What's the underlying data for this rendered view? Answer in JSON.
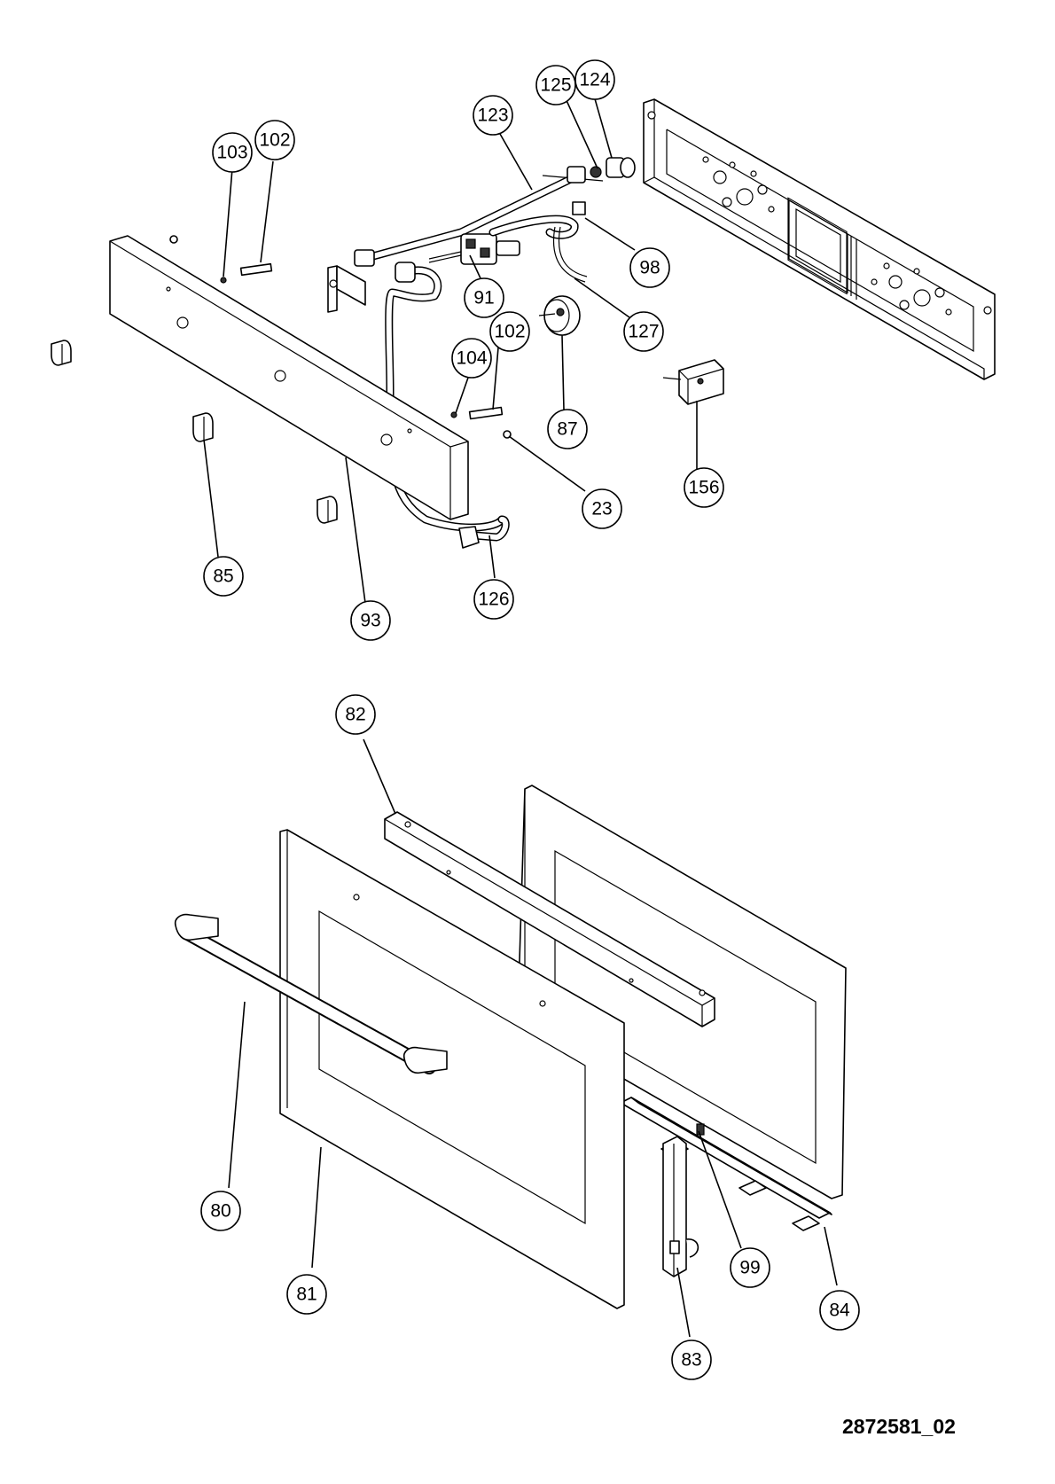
{
  "drawing_code": "2872581_02",
  "callouts": [
    {
      "label": "124"
    },
    {
      "label": "125"
    },
    {
      "label": "123"
    },
    {
      "label": "103"
    },
    {
      "label": "102"
    },
    {
      "label": "98"
    },
    {
      "label": "91"
    },
    {
      "label": "127"
    },
    {
      "label": "104"
    },
    {
      "label": "102"
    },
    {
      "label": "87"
    },
    {
      "label": "156"
    },
    {
      "label": "23"
    },
    {
      "label": "85"
    },
    {
      "label": "126"
    },
    {
      "label": "93"
    },
    {
      "label": "82"
    },
    {
      "label": "80"
    },
    {
      "label": "81"
    },
    {
      "label": "99"
    },
    {
      "label": "84"
    },
    {
      "label": "83"
    }
  ]
}
